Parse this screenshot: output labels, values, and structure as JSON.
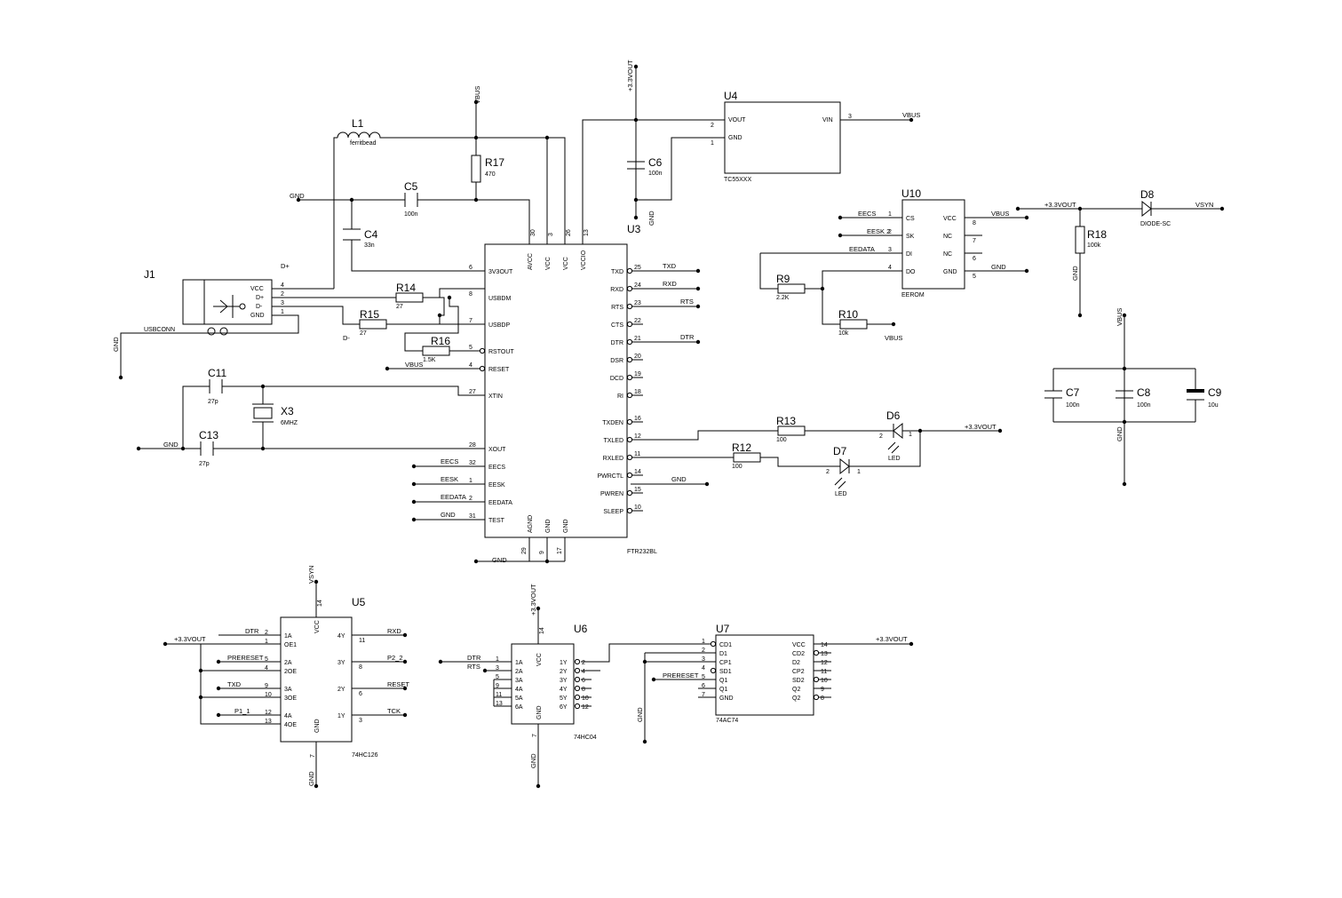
{
  "components": {
    "J1": {
      "ref": "J1",
      "value": "USBCONN",
      "pins": [
        "VCC",
        "D+",
        "D-",
        "GND"
      ],
      "nums": [
        "4",
        "2",
        "3",
        "1"
      ]
    },
    "L1": {
      "ref": "L1",
      "value": "ferritbead"
    },
    "R17": {
      "ref": "R17",
      "value": "470"
    },
    "C5": {
      "ref": "C5",
      "value": "100n"
    },
    "C4": {
      "ref": "C4",
      "value": "33n"
    },
    "R14": {
      "ref": "R14",
      "value": "27"
    },
    "R15": {
      "ref": "R15",
      "value": "27"
    },
    "R16": {
      "ref": "R16",
      "value": "1.5K"
    },
    "C11": {
      "ref": "C11",
      "value": "27p"
    },
    "C13": {
      "ref": "C13",
      "value": "27p"
    },
    "X3": {
      "ref": "X3",
      "value": "6MHZ"
    },
    "U3": {
      "ref": "U3",
      "value": "FTR232BL"
    },
    "U4": {
      "ref": "U4",
      "value": "TC55XXX",
      "pins": [
        "VOUT",
        "GND",
        "VIN"
      ],
      "nums": [
        "2",
        "1",
        "3"
      ]
    },
    "C6": {
      "ref": "C6",
      "value": "100n"
    },
    "U10": {
      "ref": "U10",
      "value": "EEROM",
      "pins_left": [
        "CS",
        "SK",
        "DI",
        "DO"
      ],
      "nums_left": [
        "1",
        "2",
        "3",
        "4"
      ],
      "pins_right": [
        "VCC",
        "NC",
        "NC",
        "GND"
      ],
      "nums_right": [
        "8",
        "7",
        "6",
        "5"
      ]
    },
    "R9": {
      "ref": "R9",
      "value": "2.2K"
    },
    "R10": {
      "ref": "R10",
      "value": "10k"
    },
    "D8": {
      "ref": "D8",
      "value": "DIODE-SC"
    },
    "R18": {
      "ref": "R18",
      "value": "100k"
    },
    "C7": {
      "ref": "C7",
      "value": "100n"
    },
    "C8": {
      "ref": "C8",
      "value": "100n"
    },
    "C9": {
      "ref": "C9",
      "value": "10u"
    },
    "R13": {
      "ref": "R13",
      "value": "100"
    },
    "R12": {
      "ref": "R12",
      "value": "100"
    },
    "D6": {
      "ref": "D6",
      "value": "LED"
    },
    "D7": {
      "ref": "D7",
      "value": "LED"
    },
    "U5": {
      "ref": "U5",
      "value": "74HC126",
      "pins_left": [
        "1A",
        "OE1",
        "2A",
        "2OE",
        "3A",
        "3OE",
        "4A",
        "4OE"
      ],
      "nums_left": [
        "2",
        "1",
        "5",
        "4",
        "9",
        "10",
        "12",
        "13"
      ],
      "pins_right": [
        "4Y",
        "3Y",
        "2Y",
        "1Y"
      ],
      "nums_right": [
        "11",
        "8",
        "6",
        "3"
      ],
      "vcc_num": "14",
      "gnd_num": "7"
    },
    "U6": {
      "ref": "U6",
      "value": "74HC04",
      "pins_left": [
        "1A",
        "2A",
        "3A",
        "4A",
        "5A",
        "6A"
      ],
      "nums_left": [
        "1",
        "3",
        "5",
        "9",
        "11",
        "13"
      ],
      "pins_right": [
        "1Y",
        "2Y",
        "3Y",
        "4Y",
        "5Y",
        "6Y"
      ],
      "nums_right": [
        "2",
        "4",
        "6",
        "8",
        "10",
        "12"
      ],
      "vcc_num": "14",
      "gnd_num": "7"
    },
    "U7": {
      "ref": "U7",
      "value": "74AC74",
      "pins_left": [
        "CD1",
        "D1",
        "CP1",
        "SD1",
        "Q1",
        "Q1",
        "GND"
      ],
      "nums_left": [
        "1",
        "2",
        "3",
        "4",
        "5",
        "6",
        "7"
      ],
      "pins_right": [
        "VCC",
        "CD2",
        "D2",
        "CP2",
        "SD2",
        "Q2",
        "Q2"
      ],
      "nums_right": [
        "14",
        "13",
        "12",
        "11",
        "10",
        "9",
        "8"
      ]
    }
  },
  "ft232": {
    "top_pins": [
      "AVCC",
      "VCC",
      "VCC",
      "VCCIO"
    ],
    "top_nums": [
      "30",
      "3",
      "26",
      "13"
    ],
    "bot_pins": [
      "AGND",
      "GND",
      "GND"
    ],
    "bot_nums": [
      "29",
      "9",
      "17"
    ],
    "left_pins": [
      "3V3OUT",
      "USBDM",
      "USBDP",
      "RSTOUT",
      "RESET",
      "XTIN",
      "XOUT",
      "EECS",
      "EESK",
      "EEDATA",
      "TEST"
    ],
    "left_nums": [
      "6",
      "8",
      "7",
      "5",
      "4",
      "27",
      "28",
      "32",
      "1",
      "2",
      "31"
    ],
    "right_pins": [
      "TXD",
      "RXD",
      "RTS",
      "CTS",
      "DTR",
      "DSR",
      "DCD",
      "RI",
      "TXDEN",
      "TXLED",
      "RXLED",
      "PWRCTL",
      "PWREN",
      "SLEEP"
    ],
    "right_nums": [
      "25",
      "24",
      "23",
      "22",
      "21",
      "20",
      "19",
      "18",
      "16",
      "12",
      "11",
      "14",
      "15",
      "10"
    ]
  },
  "nets": {
    "vbus": "VBUS",
    "gnd": "GND",
    "v33": "+3.3VOUT",
    "vsyn": "VSYN",
    "dplus": "D+",
    "dminus": "D-",
    "txd": "TXD",
    "rxd": "RXD",
    "rts": "RTS",
    "dtr": "DTR",
    "eecs": "EECS",
    "eesk": "EESK",
    "eedata": "EEDATA",
    "eesk2": "EESK 2",
    "eedata3": "EEDATA",
    "eecs1": "EECS",
    "prereset": "PRERESET",
    "reset": "RESET",
    "tck": "TCK",
    "p11": "P1_1",
    "p22": "P2_2"
  },
  "colors": {
    "ink": "#000000",
    "paper": "#ffffff"
  }
}
